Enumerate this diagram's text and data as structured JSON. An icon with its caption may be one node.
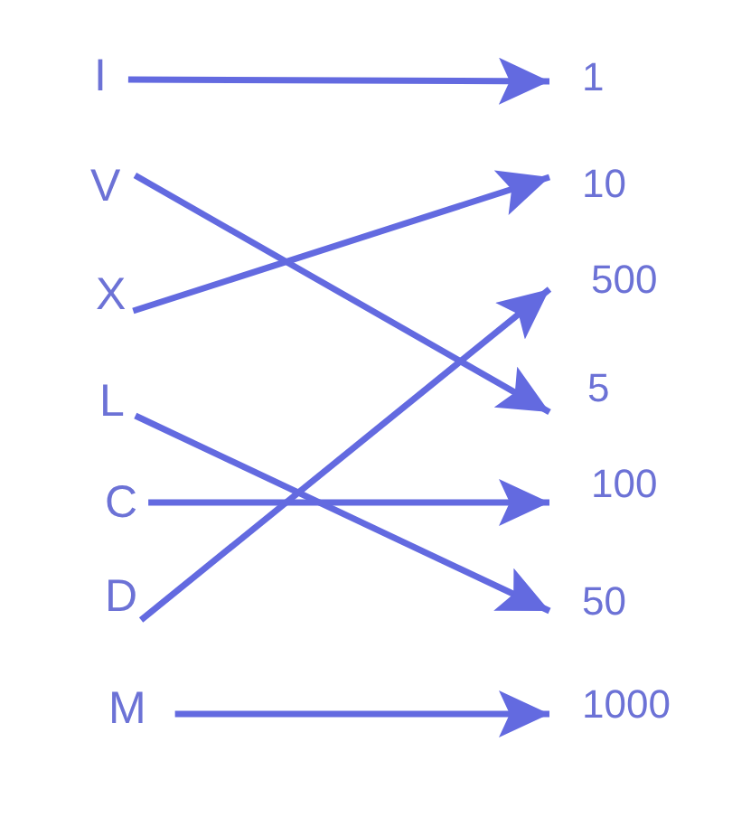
{
  "diagram": {
    "nodes": [
      {
        "text": [
          "I"
        ]
      },
      {
        "text": [
          "V"
        ]
      },
      {
        "text": [
          "X"
        ]
      },
      {
        "text": [
          "L"
        ]
      },
      {
        "text": [
          "C"
        ]
      },
      {
        "text": [
          "D"
        ]
      },
      {
        "text": [
          "M"
        ]
      },
      {
        "text": [
          "1"
        ]
      },
      {
        "text": [
          "10"
        ]
      },
      {
        "text": [
          "500"
        ]
      },
      {
        "text": [
          "5"
        ]
      },
      {
        "text": [
          "100"
        ]
      },
      {
        "text": [
          "50"
        ]
      },
      {
        "text": [
          "1000"
        ]
      }
    ],
    "edges": [
      {
        "from": 0,
        "to": 7,
        "arrow": "to"
      },
      {
        "from": 1,
        "to": 10,
        "arrow": "to"
      },
      {
        "from": 2,
        "to": 8,
        "arrow": "to"
      },
      {
        "from": 3,
        "to": 12,
        "arrow": "to"
      },
      {
        "from": 4,
        "to": 11,
        "arrow": "to"
      },
      {
        "from": 5,
        "to": 9,
        "arrow": "to"
      },
      {
        "from": 6,
        "to": 13,
        "arrow": "to"
      }
    ]
  }
}
